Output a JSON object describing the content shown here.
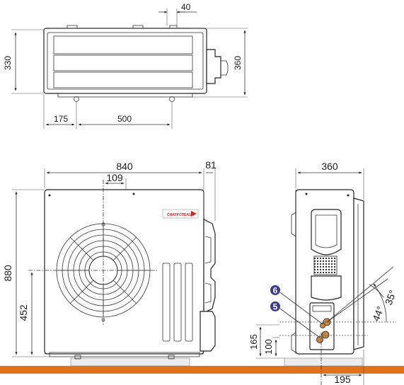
{
  "dimensions": {
    "top_view_pipe": "40",
    "top_view_depth": "330",
    "top_view_depth_total": "360",
    "top_view_offset": "175",
    "top_view_span": "500",
    "front_width": "840",
    "front_side_projection": "81",
    "front_fan_offset": "109",
    "front_height": "880",
    "front_fan_center_height": "452",
    "side_depth": "360",
    "side_lower_connection_height": "165",
    "side_upper_connection_height": "100",
    "side_connection_depth": "195",
    "angle_upper": "35°",
    "angle_lower": "44°"
  },
  "markers": {
    "upper_connection": "6",
    "lower_connection": "5"
  },
  "brand_logo": "CHAFFOTEAUX",
  "colors": {
    "ground": "#e2711b",
    "marker": "#3a3a8c",
    "fitting": "#c8873a",
    "brand": "#d6231f"
  }
}
